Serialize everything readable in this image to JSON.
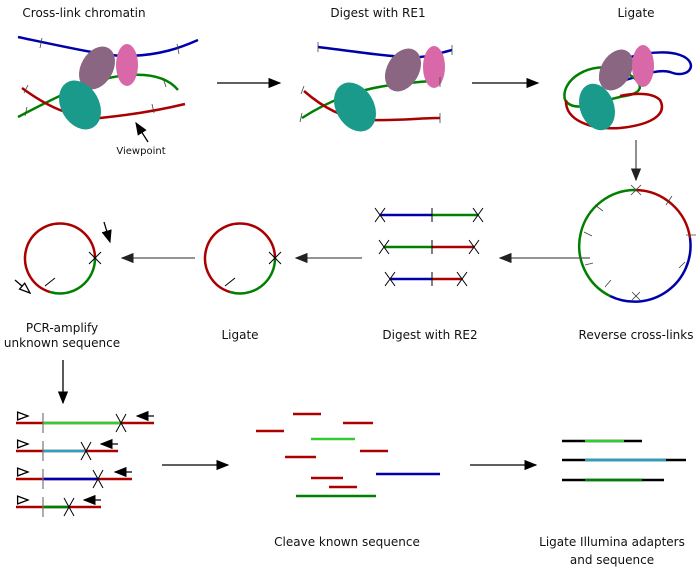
{
  "steps": {
    "crosslink": "Cross-link chromatin",
    "viewpoint": "Viewpoint",
    "digest_re1": "Digest with RE1",
    "ligate1": "Ligate",
    "reverse": "Reverse cross-links",
    "digest_re2": "Digest with RE2",
    "ligate2": "Ligate",
    "pcr_line1": "PCR-amplify",
    "pcr_line2": "unknown sequence",
    "cleave": "Cleave known sequence",
    "illumina_line1": "Ligate Illumina adapters",
    "illumina_line2": "and sequence"
  },
  "colors": {
    "blue": "#0000aa",
    "green": "#008000",
    "red": "#aa0000",
    "light_green": "#33cc33",
    "cyan": "#2a9fc0",
    "purple": "#8a6683",
    "pink": "#d868a8",
    "teal": "#1a9a8a",
    "adapter": "#000000"
  }
}
